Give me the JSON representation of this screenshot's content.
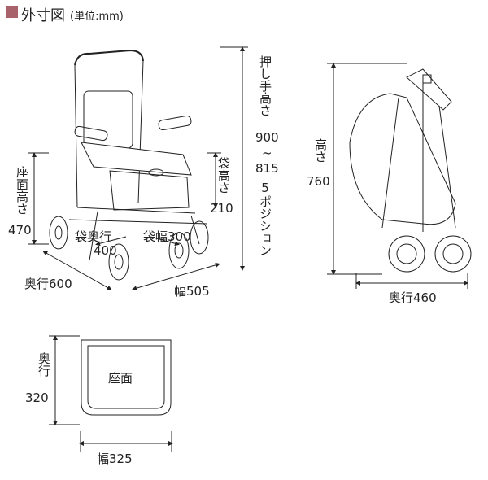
{
  "header": {
    "title": "外寸図",
    "unit": "(単位:mm)",
    "accent_color": "#a8626a"
  },
  "open_view": {
    "seat_height_label": "座面高さ",
    "seat_height_value": "470",
    "handle_height_label": "押し手高さ",
    "handle_height_max": "900",
    "handle_height_sep": "~",
    "handle_height_min": "815",
    "handle_positions": "5ポジション",
    "bag_height_label": "袋高さ",
    "bag_height_value": "210",
    "bag_depth_label": "袋奥行",
    "bag_depth_value": "400",
    "bag_width": "袋幅300",
    "depth": "奥行600",
    "width": "幅505"
  },
  "folded_view": {
    "height_label": "高さ",
    "height_value": "760",
    "depth": "奥行460"
  },
  "seat_view": {
    "seat_label": "座面",
    "depth_label": "奥行",
    "depth_value": "320",
    "width": "幅325"
  }
}
